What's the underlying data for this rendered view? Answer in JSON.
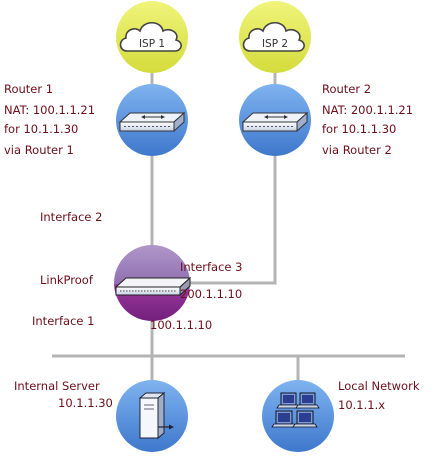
{
  "isp1": {
    "label": "ISP 1"
  },
  "isp2": {
    "label": "ISP 2"
  },
  "router1": {
    "title": "Router 1",
    "nat": "NAT: 100.1.1.21",
    "for": "for 10.1.1.30",
    "via": "via Router 1"
  },
  "router2": {
    "title": "Router 2",
    "nat": "NAT: 200.1.1.21",
    "for": "for 10.1.1.30",
    "via": "via Router 2"
  },
  "linkproof": {
    "title": "LinkProof",
    "interface2": "Interface 2",
    "interface3": "Interface 3",
    "interface3_ip": "200.1.1.10",
    "interface1": "Interface 1",
    "interface1_ip": "100.1.1.10"
  },
  "server": {
    "title": "Internal Server",
    "ip": "10.1.1.30"
  },
  "network": {
    "title": "Local Network",
    "ip": "10.1.1.x"
  },
  "colors": {
    "label_text": "#6b0f1a",
    "line": "#b4b4b4",
    "isp_yellow": "#e6ec5a",
    "router_blue": "#4f8ee0",
    "linkproof_purple": "#8a2d90"
  }
}
